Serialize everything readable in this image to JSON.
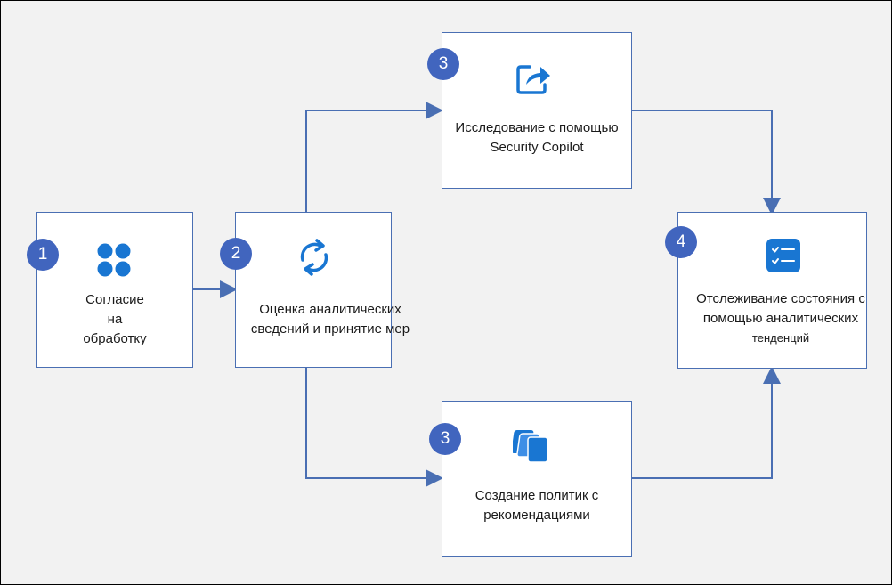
{
  "steps": [
    {
      "number": "1",
      "label_lines": [
        "Согласие",
        "на",
        "обработку"
      ]
    },
    {
      "number": "2",
      "label_lines": [
        "Оценка аналитических",
        "сведений и принятие мер"
      ]
    },
    {
      "number": "3",
      "label_lines": [
        "Исследование с помощью",
        "Security Copilot"
      ]
    },
    {
      "number": "3",
      "label_lines": [
        "Создание политик с",
        "рекомендациями"
      ]
    },
    {
      "number": "4",
      "label_lines": [
        "Отслеживание состояния с",
        "помощью аналитических",
        "тенденций"
      ]
    }
  ],
  "colors": {
    "accent": "#4165be",
    "icon": "#1976d2",
    "connector": "#4a6fb3"
  },
  "icons": {
    "step1": "four-dots-apps-icon",
    "step2": "refresh-cycle-icon",
    "step3a": "share-arrow-icon",
    "step3b": "stacked-cards-icon",
    "step4": "checklist-icon"
  }
}
